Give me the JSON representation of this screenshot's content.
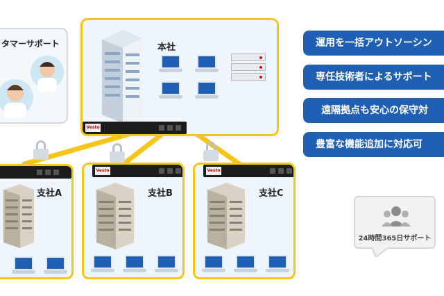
{
  "customer_support": {
    "title": "タマーサポート"
  },
  "hq": {
    "label": "本社"
  },
  "branches": [
    {
      "label": "支社A"
    },
    {
      "label": "支社B"
    },
    {
      "label": "支社C"
    }
  ],
  "features": [
    "運用を一括アウトソーシン",
    "専任技術者によるサポート",
    "遠隔拠点も安心の保守対",
    "豊富な機能追加に対応可"
  ],
  "support_24h": {
    "text": "24時間365日サポート"
  },
  "router_brand": "Vesto",
  "colors": {
    "accent": "#f5c518",
    "feature_bg": "#1f5fb4",
    "box_bg": "#eef6fc"
  }
}
